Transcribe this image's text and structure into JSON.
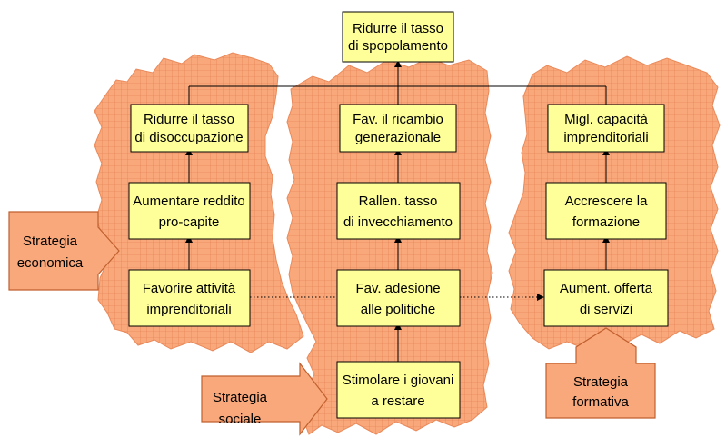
{
  "colors": {
    "region_fill": "#f9a87b",
    "grid_line": "#e07a4a",
    "box_fill": "#ffff99",
    "box_border": "#000000",
    "arrow_fill": "#f9a87b",
    "arrow_border": "#c0602f"
  },
  "top_goal": [
    "Ridurre il  tasso",
    "di spopolamento"
  ],
  "columns": {
    "left": {
      "objective": [
        "Ridurre il tasso",
        "di disoccupazione"
      ],
      "middle": [
        "Aumentare reddito",
        "pro-capite"
      ],
      "bottom": [
        "Favorire attività",
        "imprenditoriali"
      ]
    },
    "center": {
      "objective": [
        "Fav. il  ricambio",
        "generazionale"
      ],
      "middle": [
        "Rallen. tasso",
        "di invecchiamento"
      ],
      "bottom": [
        "Fav. adesione",
        "alle politiche"
      ],
      "base": [
        "Stimolare i giovani",
        "a  restare"
      ]
    },
    "right": {
      "objective": [
        "Migl. capacità",
        "imprenditoriali"
      ],
      "middle": [
        "Accrescere la",
        "formazione"
      ],
      "bottom": [
        "Aument. offerta",
        "di servizi"
      ]
    }
  },
  "strategies": {
    "economica": [
      "Strategia",
      "economica"
    ],
    "sociale": [
      "Strategia",
      "sociale"
    ],
    "formativa": [
      "Strategia",
      "formativa"
    ]
  }
}
